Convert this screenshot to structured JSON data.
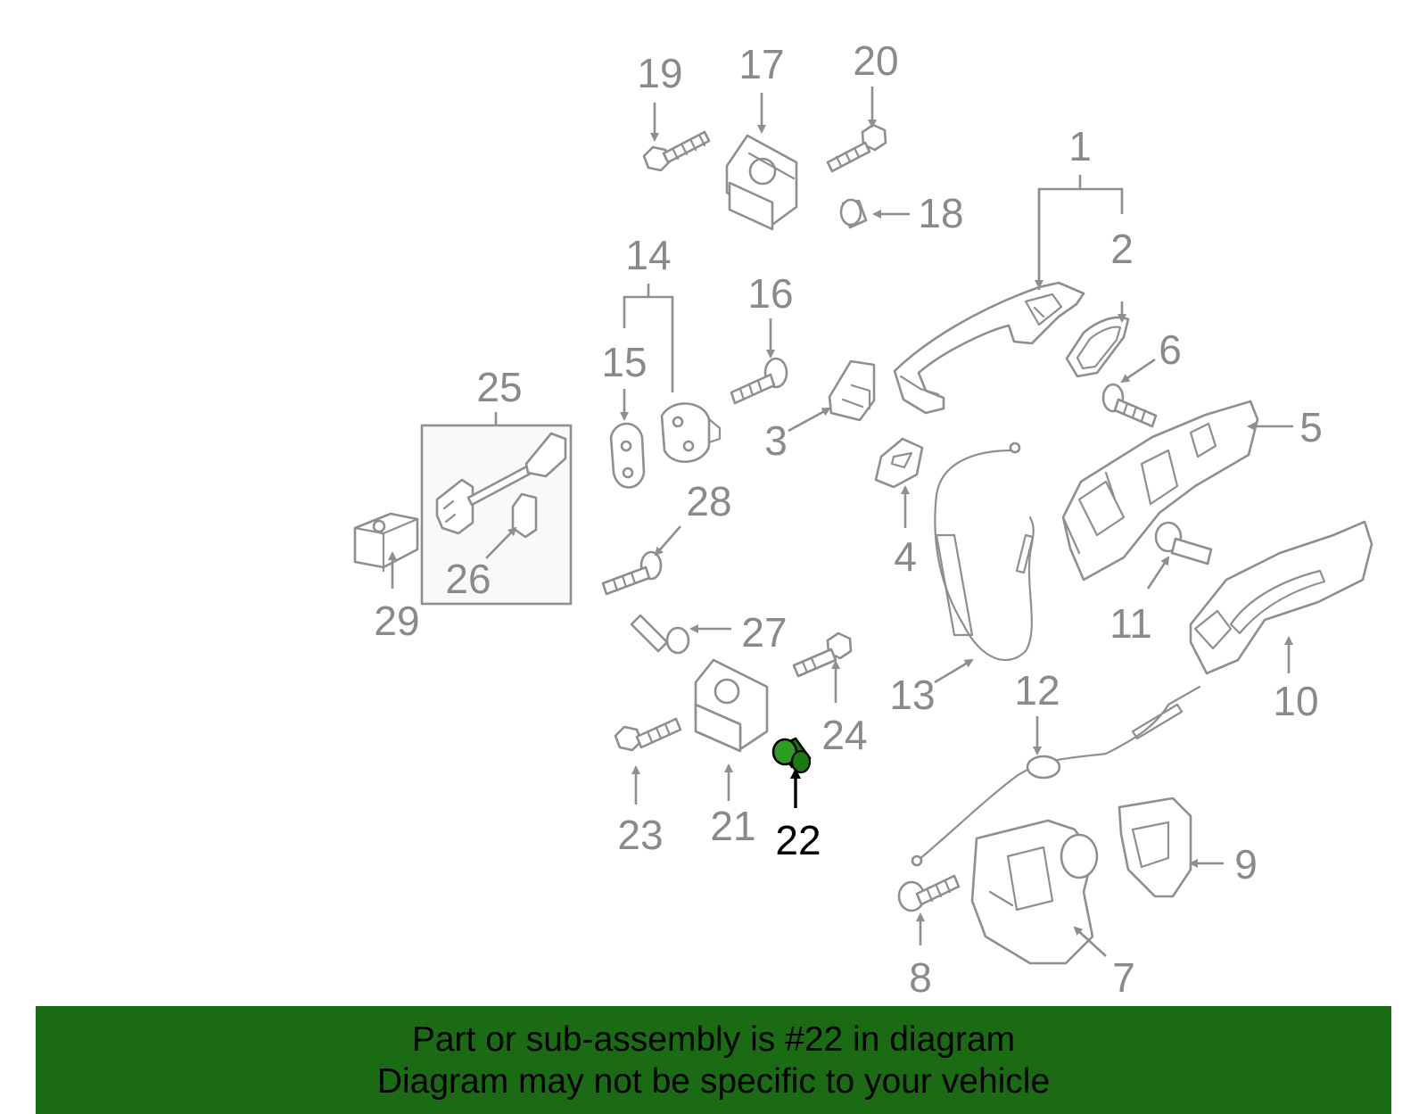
{
  "highlight": {
    "part_number": "22",
    "color": "#1a7a12"
  },
  "callouts": [
    "1",
    "2",
    "3",
    "4",
    "5",
    "6",
    "7",
    "8",
    "9",
    "10",
    "11",
    "12",
    "13",
    "14",
    "15",
    "16",
    "17",
    "18",
    "19",
    "20",
    "21",
    "22",
    "23",
    "24",
    "25",
    "26",
    "27",
    "28",
    "29"
  ],
  "banner": {
    "line1": "Part or sub-assembly is #22 in diagram",
    "line2": "Diagram may not be specific to your vehicle",
    "background": "#1a6b13"
  },
  "colors": {
    "linework": "#8f8f8f",
    "label": "#8a8a8a",
    "highlight_label": "#000000"
  }
}
